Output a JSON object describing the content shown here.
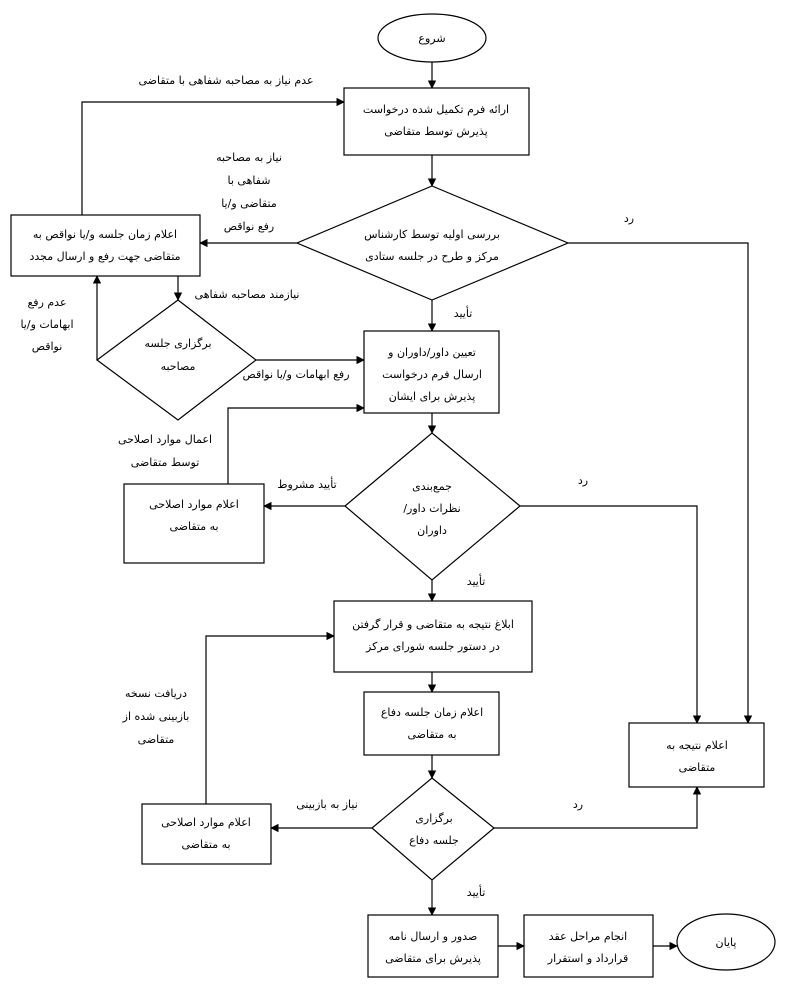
{
  "nodes": {
    "start": {
      "lines": [
        "شروع"
      ]
    },
    "submit_form": {
      "lines": [
        "ارائه فرم تکمیل شده درخواست",
        "پذیرش توسط متقاضی"
      ]
    },
    "initial_review": {
      "lines": [
        "بررسی اولیه توسط کارشناس",
        "مرکز و طرح در جلسه ستادی"
      ]
    },
    "announce_session": {
      "lines": [
        "اعلام زمان جلسه و/یا نواقص به",
        "متقاضی جهت رفع و ارسال مجدد"
      ]
    },
    "hold_interview": {
      "lines": [
        "برگزاری جلسه",
        "مصاحبه"
      ]
    },
    "assign_referees": {
      "lines": [
        "تعیین داور/داوران و",
        "ارسال فرم درخواست",
        "پذیرش برای ایشان"
      ]
    },
    "summarize_opinions": {
      "lines": [
        "جمع‌بندی",
        "نظرات داور/",
        "داوران"
      ]
    },
    "announce_corrections_1": {
      "lines": [
        "اعلام موارد اصلاحی",
        "به متقاضی"
      ]
    },
    "notify_result_council": {
      "lines": [
        "ابلاغ نتیجه به متقاضی و قرار گرفتن",
        "در دستور جلسه شورای مرکز"
      ]
    },
    "announce_defense": {
      "lines": [
        "اعلام زمان جلسه دفاع",
        "به متقاضی"
      ]
    },
    "announce_result": {
      "lines": [
        "اعلام نتیجه به",
        "متقاضی"
      ]
    },
    "hold_defense": {
      "lines": [
        "برگزاری",
        "جلسه دفاع"
      ]
    },
    "announce_corrections_2": {
      "lines": [
        "اعلام موارد اصلاحی",
        "به متقاضی"
      ]
    },
    "issue_letter": {
      "lines": [
        "صدور و ارسال نامه",
        "پذیرش برای متقاضی"
      ]
    },
    "contract": {
      "lines": [
        "انجام مراحل عقد",
        "قرارداد و استقرار"
      ]
    },
    "end": {
      "lines": [
        "پایان"
      ]
    }
  },
  "edge_labels": {
    "no_interview": [
      "عدم نیاز به مصاحبه شفاهی با متقاضی"
    ],
    "need_interview": [
      "نیاز به مصاحبه",
      "شفاهی با",
      "متقاضی و/یا",
      "رفع نواقص"
    ],
    "reject_1": [
      "رد"
    ],
    "approve_1": [
      "تأیید"
    ],
    "needs_interview_2": [
      "نیازمند مصاحبه شفاهی"
    ],
    "not_resolved": [
      "عدم رفع",
      "ابهامات و/یا",
      "نواقص"
    ],
    "resolved": [
      "رفع ابهامات و/یا نواقص"
    ],
    "apply_corrections": [
      "اعمال موارد اصلاحی",
      "توسط متقاضی"
    ],
    "conditional_approve": [
      "تأیید مشروط"
    ],
    "reject_2": [
      "رد"
    ],
    "approve_2": [
      "تأیید"
    ],
    "receive_revised": [
      "دریافت نسخه",
      "بازبینی شده از",
      "متقاضی"
    ],
    "needs_revision": [
      "نیاز به بازبینی"
    ],
    "reject_3": [
      "رد"
    ],
    "approve_3": [
      "تأیید"
    ]
  }
}
